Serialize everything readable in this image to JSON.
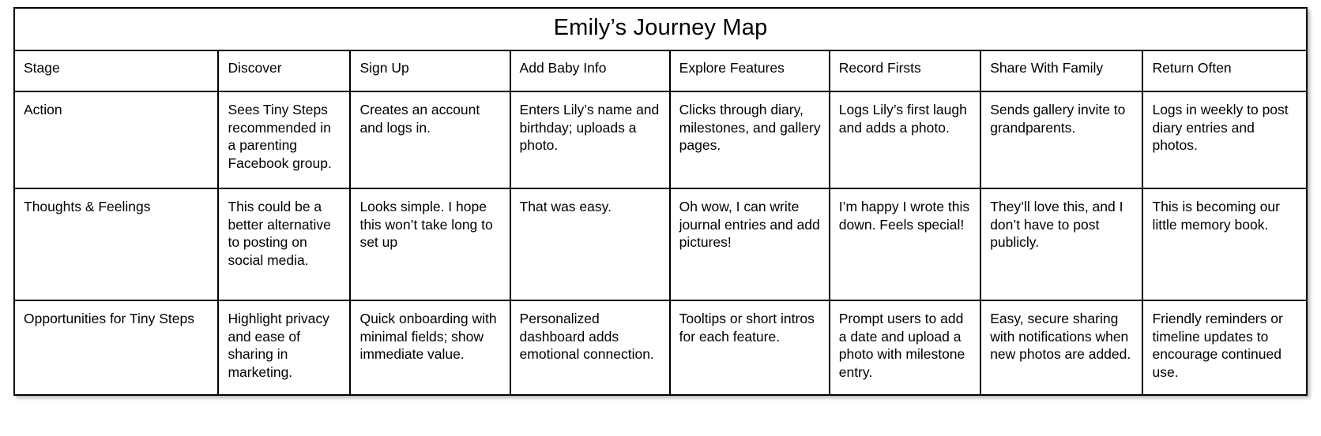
{
  "title": "Emily’s Journey Map",
  "columns": [
    "Stage",
    "Discover",
    "Sign Up",
    "Add Baby Info",
    "Explore Features",
    "Record Firsts",
    "Share With Family",
    "Return Often"
  ],
  "rows": [
    {
      "label": "Action",
      "cells": [
        "Sees Tiny Steps recommended in a parenting Facebook group.",
        "Creates an account and logs in.",
        "Enters Lily’s name and birthday; uploads a photo.",
        "Clicks through diary, milestones, and gallery pages.",
        "Logs Lily’s first laugh and adds a photo.",
        "Sends gallery invite to grandparents.",
        "Logs in weekly to post diary entries and photos."
      ]
    },
    {
      "label": "Thoughts & Feelings",
      "cells": [
        "This could be a better alternative to posting on social media.",
        "Looks simple. I hope this won’t take long to set up",
        "That was easy.",
        "Oh wow, I can write journal entries and add pictures!",
        "I’m happy I wrote this down. Feels special!",
        "They’ll love this, and I don’t have to post publicly.",
        "This is becoming our little memory book."
      ]
    },
    {
      "label": "Opportunities for Tiny Steps",
      "cells": [
        "Highlight privacy and ease of sharing in marketing.",
        "Quick onboarding with minimal fields; show immediate value.",
        "Personalized dashboard adds emotional connection.",
        "Tooltips or short intros for each feature.",
        "Prompt users to add a date and upload a photo with milestone entry.",
        "Easy, secure sharing with notifications when new photos are added.",
        "Friendly reminders or timeline updates to encourage continued use."
      ]
    }
  ],
  "colors": {
    "border": "#000000",
    "background": "#ffffff",
    "text": "#000000"
  }
}
